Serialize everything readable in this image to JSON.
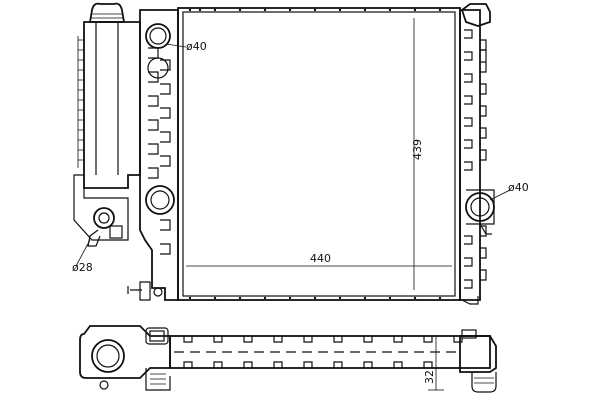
{
  "dimensions": {
    "core_width": "440",
    "core_height": "439",
    "core_depth": "32",
    "upper_left_port": "ø40",
    "right_port": "ø40",
    "lower_left_port": "ø28"
  },
  "colors": {
    "line": "#111111",
    "background": "#ffffff"
  }
}
